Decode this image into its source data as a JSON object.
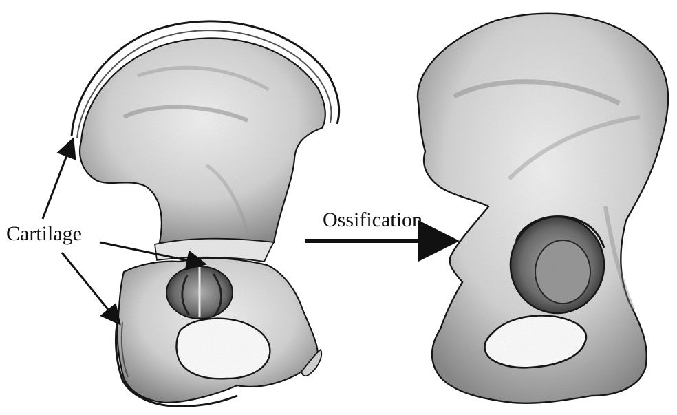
{
  "labels": {
    "cartilage": "Cartilage",
    "ossification": "Ossification"
  },
  "colors": {
    "ink": "#1a1a1a",
    "shade_dark": "#6a6a6a",
    "shade_mid": "#a8a8a8",
    "shade_light": "#dcdcdc",
    "background": "#ffffff"
  },
  "figures": [
    "immature-pelvic-bone-drawing",
    "mature-pelvic-bone-drawing"
  ]
}
